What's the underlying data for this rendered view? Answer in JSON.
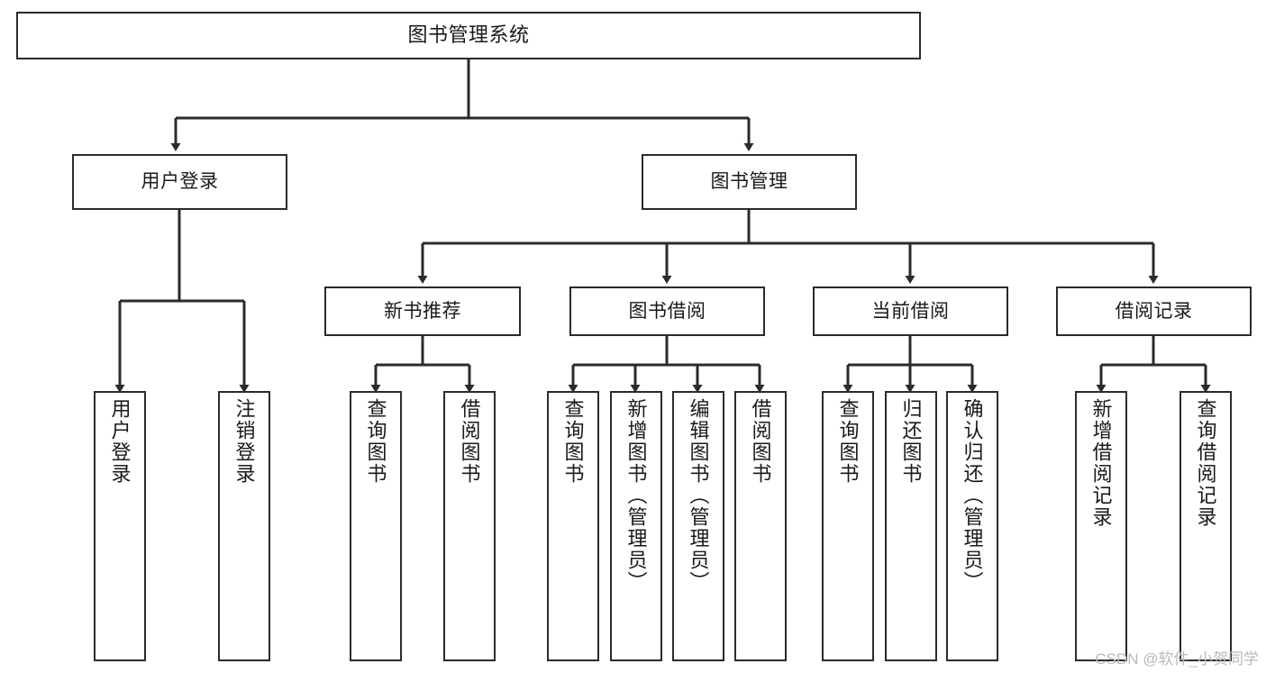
{
  "diagram": {
    "type": "tree",
    "title": "图书管理系统",
    "colors": {
      "stroke": "#2b2b2b",
      "fill": "#ffffff",
      "text": "#1a1a1a",
      "watermark": "#b9b9b9"
    },
    "watermark": "CSDN @软件_小贺同学"
  },
  "nodes": {
    "root": {
      "label": "图书管理系统"
    },
    "level1": [
      {
        "id": "user-login",
        "label": "用户登录"
      },
      {
        "id": "book-management",
        "label": "图书管理"
      }
    ],
    "level2": [
      {
        "id": "new-book-recommend",
        "label": "新书推荐"
      },
      {
        "id": "book-borrow",
        "label": "图书借阅"
      },
      {
        "id": "current-borrow",
        "label": "当前借阅"
      },
      {
        "id": "borrow-record",
        "label": "借阅记录"
      }
    ],
    "leaves": {
      "user-login": [
        {
          "id": "leaf-user-login",
          "label": "用户登录"
        },
        {
          "id": "leaf-logout-login",
          "label": "注销登录"
        }
      ],
      "new-book-recommend": [
        {
          "id": "leaf-query-book-1",
          "label": "查询图书"
        },
        {
          "id": "leaf-borrow-book-1",
          "label": "借阅图书"
        }
      ],
      "book-borrow": [
        {
          "id": "leaf-query-book-2",
          "label": "查询图书"
        },
        {
          "id": "leaf-add-book",
          "label": "新增图书（管理员）"
        },
        {
          "id": "leaf-edit-book",
          "label": "编辑图书（管理员）"
        },
        {
          "id": "leaf-borrow-book-2",
          "label": "借阅图书"
        }
      ],
      "current-borrow": [
        {
          "id": "leaf-query-book-3",
          "label": "查询图书"
        },
        {
          "id": "leaf-return-book",
          "label": "归还图书"
        },
        {
          "id": "leaf-confirm-return",
          "label": "确认归还（管理员）"
        }
      ],
      "borrow-record": [
        {
          "id": "leaf-add-record",
          "label": "新增借阅记录"
        },
        {
          "id": "leaf-query-record",
          "label": "查询借阅记录"
        }
      ]
    }
  }
}
